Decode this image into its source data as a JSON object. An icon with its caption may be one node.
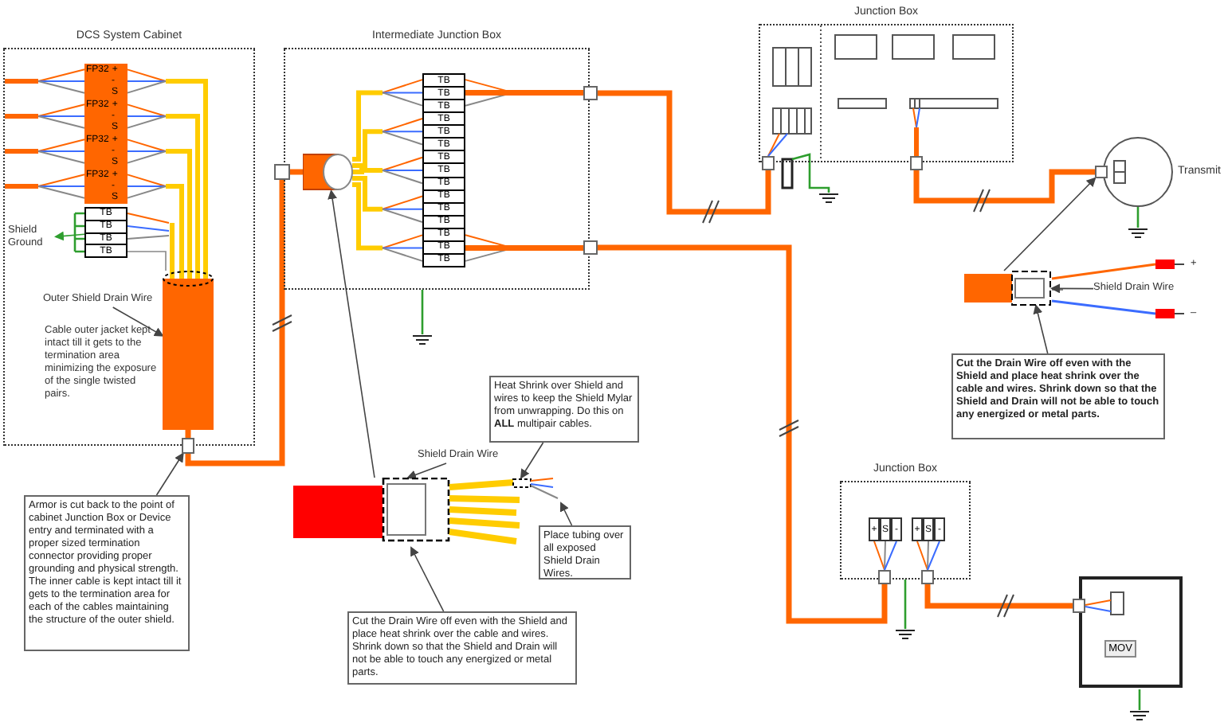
{
  "diagram": {
    "nodes": [
      {
        "text": [
          "DCS System Cabinet"
        ]
      },
      {
        "text": [
          "FP32",
          "+",
          "-",
          "S",
          "FP32",
          "+",
          "-",
          "S",
          "FP32",
          "+",
          "-",
          "S",
          "FP32",
          "+",
          "-",
          "S"
        ],
        "in": 0
      },
      {
        "text": [
          "TB",
          "TB",
          "TB",
          "TB"
        ],
        "in": 0
      },
      {
        "text": [
          "Shield Ground"
        ],
        "in": 0
      },
      {
        "text": [
          "Outer Shield Drain Wire"
        ],
        "in": 0
      },
      {
        "text": [],
        "shape": "cylinder",
        "in": 0
      },
      {
        "text": [],
        "shape": "box"
      },
      {
        "text": [
          "Armor is cut back to the point of cabinet Junction Box or Device entry and terminated with a proper sized termination connector providing proper grounding and physical strength. The inner cable is kept intact till it gets to the termination area for each of the cables maintaining the structure of the outer shield."
        ]
      },
      {
        "text": [
          "Intermediate Junction Box"
        ]
      },
      {
        "text": [
          "TB",
          "TB",
          "TB",
          "TB",
          "TB",
          "TB",
          "TB",
          "TB",
          "TB",
          "TB",
          "TB",
          "TB",
          "TB",
          "TB",
          "TB"
        ],
        "in": 8
      },
      {
        "text": [],
        "shape": "cylinder",
        "in": 8
      },
      {
        "text": [],
        "shape": "box"
      },
      {
        "text": [],
        "shape": "box"
      },
      {
        "text": [],
        "shape": "box"
      },
      {
        "text": [
          "Junction Box"
        ]
      },
      {
        "text": [],
        "shape": "box"
      },
      {
        "text": [],
        "shape": "box"
      },
      {
        "text": [],
        "shape": "circle",
        "beside": [
          "Transmit"
        ]
      },
      {
        "text": [],
        "shape": "box"
      },
      {
        "text": [
          "Junction Box"
        ]
      },
      {
        "text": [
          "+",
          "S",
          "-",
          "+",
          "S",
          "-"
        ],
        "in": 19
      },
      {
        "text": [],
        "shape": "box"
      },
      {
        "text": [],
        "shape": "box"
      },
      {
        "text": [],
        "shape": "box"
      },
      {
        "text": [
          "MOV"
        ],
        "in": 23
      },
      {
        "text": [],
        "shape": "box"
      },
      {
        "text": [],
        "shape": "picture"
      },
      {
        "text": [
          "Shield Drain Wire"
        ]
      },
      {
        "text": [
          "Heat Shrink over Shield and wires to keep the Shield Mylar from unwrapping. Do this on **ALL** multipair cables."
        ]
      },
      {
        "text": [
          "Place tubing over all exposed Shield Drain Wires."
        ]
      },
      {
        "text": [
          "Cut the Drain Wire off even with the Shield and place heat shrink over the cable and wires. Shrink down so that the Shield and Drain will not be able to touch any energized or metal parts."
        ]
      },
      {
        "text": [],
        "shape": "picture"
      },
      {
        "text": [
          "Shield Drain Wire"
        ]
      },
      {
        "text": [
          "Cut the Drain Wire off even with the Shield and place heat shrink over the cable and wires. Shrink down so that the Shield and Drain will not be able to touch any energized or metal parts."
        ]
      }
    ],
    "edges": [
      {
        "from": 6,
        "to": 11,
        "arrow": "none",
        "style": "thick",
        "color": "#ff6600"
      },
      {
        "from": 12,
        "to": 15,
        "arrow": "none",
        "style": "thick",
        "color": "#ff6600"
      },
      {
        "from": 13,
        "to": 21,
        "arrow": "none",
        "style": "thick",
        "color": "#ff6600"
      },
      {
        "from": 16,
        "to": 18,
        "arrow": "none",
        "style": "thick",
        "color": "#ff6600"
      },
      {
        "from": 22,
        "to": 25,
        "arrow": "none",
        "style": "thick",
        "color": "#ff6600"
      },
      {
        "from": 7,
        "to": 6,
        "arrow": "to",
        "color": "#444444"
      },
      {
        "from": 4,
        "to": 5,
        "arrow": "to",
        "color": "#444444"
      },
      {
        "from": 2,
        "to": 3,
        "arrow": "to",
        "color": "#2e9e2e"
      },
      {
        "from": 26,
        "to": 10,
        "arrow": "to",
        "color": "#444444"
      },
      {
        "from": 27,
        "to": 26,
        "arrow": "to",
        "color": "#444444"
      },
      {
        "from": 28,
        "to": 26,
        "arrow": "to",
        "color": "#444444"
      },
      {
        "from": 29,
        "to": 26,
        "arrow": "to",
        "color": "#444444"
      },
      {
        "from": 30,
        "to": 26,
        "arrow": "to",
        "color": "#444444"
      },
      {
        "from": 31,
        "to": 18,
        "arrow": "to",
        "color": "#444444"
      },
      {
        "from": 32,
        "to": 31,
        "arrow": "to",
        "color": "#444444"
      },
      {
        "from": 33,
        "to": 31,
        "arrow": "to",
        "color": "#444444"
      },
      {
        "from": 5,
        "to": 6,
        "arrow": "none",
        "style": "thick",
        "color": "#ff6600"
      },
      {
        "from": 10,
        "to": 11,
        "arrow": "none",
        "style": "thick",
        "color": "#ff6600"
      },
      {
        "from": 9,
        "to": 12,
        "arrow": "none",
        "style": "thick",
        "color": "#ff6600"
      },
      {
        "from": 9,
        "to": 13,
        "arrow": "none",
        "style": "thick",
        "color": "#ff6600"
      },
      {
        "from": 2,
        "to": 5,
        "arrow": "none",
        "color": "#888888"
      },
      {
        "from": 21,
        "to": 20,
        "arrow": "none",
        "color": "#ff6600"
      },
      {
        "from": 21,
        "to": 20,
        "arrow": "none",
        "color": "#888888"
      },
      {
        "from": 21,
        "to": 20,
        "arrow": "none",
        "color": "#3b6cff"
      },
      {
        "from": 22,
        "to": 20,
        "arrow": "none",
        "color": "#ff6600"
      },
      {
        "from": 22,
        "to": 20,
        "arrow": "none",
        "color": "#888888"
      },
      {
        "from": 22,
        "to": 20,
        "arrow": "none",
        "color": "#3b6cff"
      }
    ],
    "labels": [
      "Cable outer jacket kept intact till it gets to the termination area minimizing the exposure of the single twisted pairs.",
      "+",
      "–"
    ]
  }
}
